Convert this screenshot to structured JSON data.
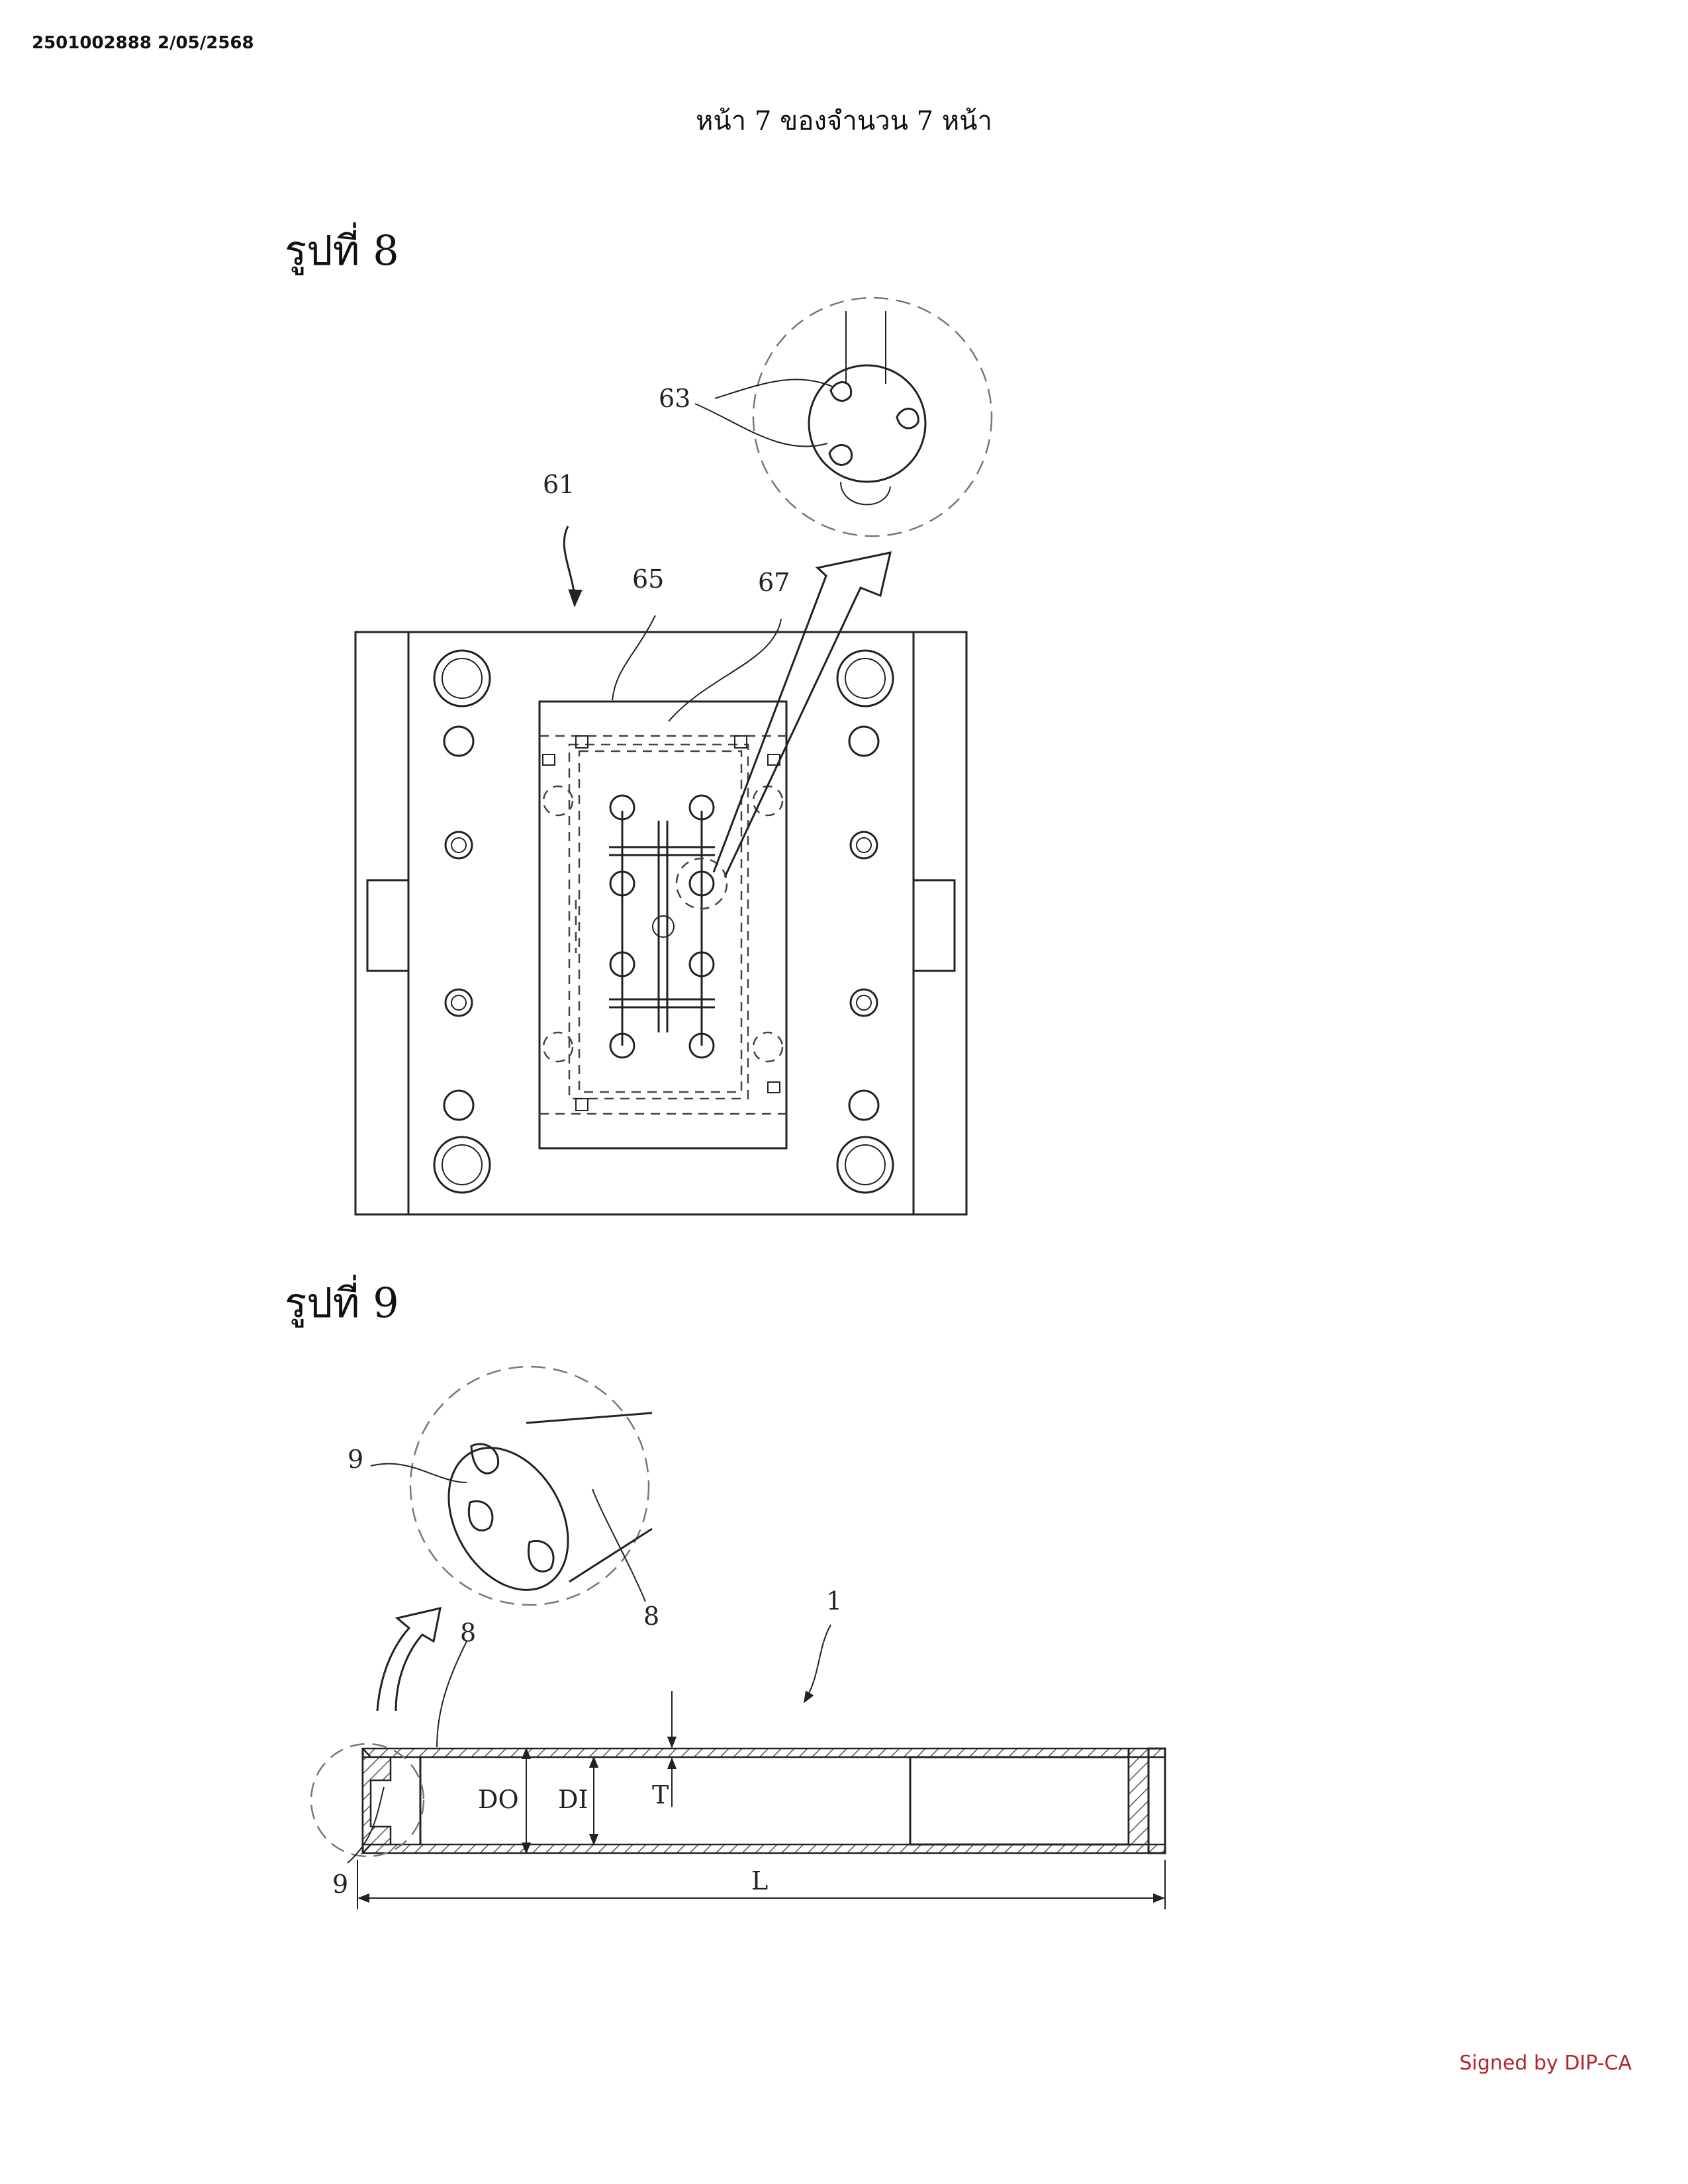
{
  "document": {
    "id_stamp": "2501002888 2/05/2568",
    "page_header": "หน้า 7 ของจำนวน 7 หน้า",
    "signature": "Signed by DIP-CA"
  },
  "figure8": {
    "title": "รูปที่ 8",
    "callouts": {
      "mold": "61",
      "detail_gates": "63",
      "cavity_plate": "65",
      "runner": "67"
    }
  },
  "figure9": {
    "title": "รูปที่ 9",
    "callouts": {
      "tube": "1",
      "end_cap": "8",
      "end_cap_detail": "8",
      "gate_mark": "9",
      "gate_mark_detail": "9"
    },
    "dimensions": {
      "outer_diameter": "DO",
      "inner_diameter": "DI",
      "thickness": "T",
      "length": "L"
    }
  }
}
